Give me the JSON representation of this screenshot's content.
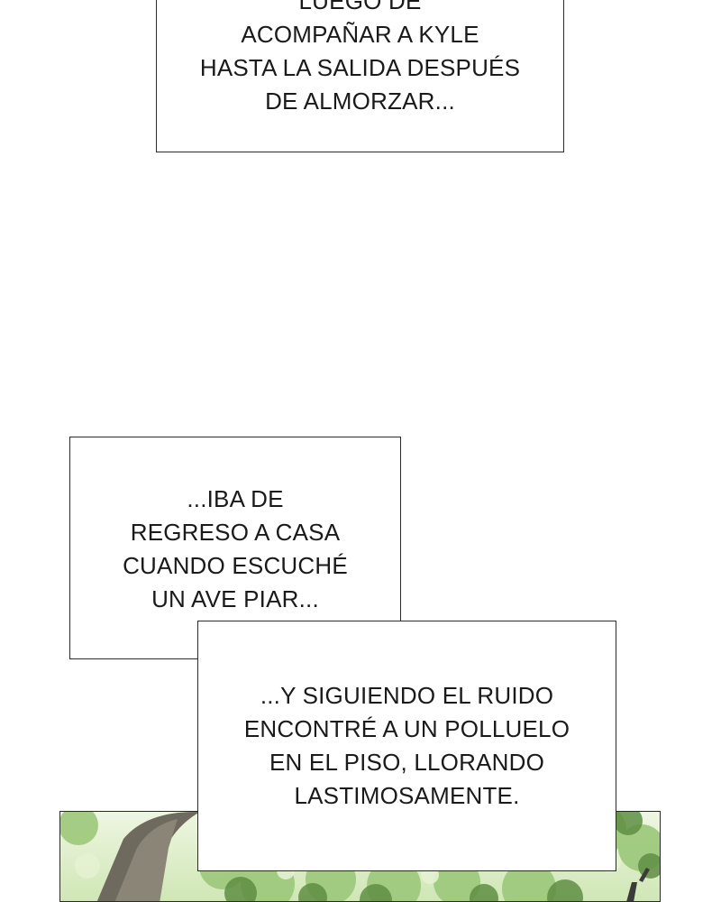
{
  "captions": [
    {
      "lines": [
        "LUEGO DE",
        "ACOMPAÑAR A KYLE",
        "HASTA LA SALIDA DESPUÉS",
        "DE ALMORZAR..."
      ]
    },
    {
      "lines": [
        "...IBA DE",
        "REGRESO A CASA",
        "CUANDO ESCUCHÉ",
        "UN AVE PIAR..."
      ]
    },
    {
      "lines": [
        "...Y SIGUIENDO EL RUIDO",
        "ENCONTRÉ A UN POLLUELO",
        "EN EL PISO, LLORANDO",
        "LASTIMOSAMENTE."
      ]
    }
  ],
  "colors": {
    "border": "#2a2a2a",
    "text": "#1a1a1a",
    "foliage_light": "#d8ecc0",
    "foliage_mid": "#8fbf6a",
    "foliage_dark": "#4f7f3a",
    "trunk": "#6e6a5e"
  }
}
